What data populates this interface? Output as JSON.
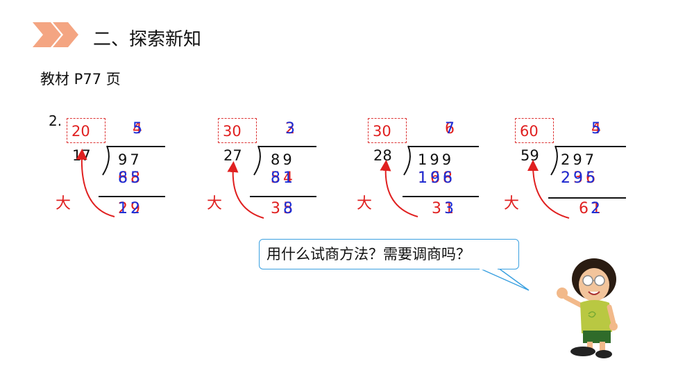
{
  "title": "二、探索新知",
  "subtitle": "教材 P77 页",
  "problem_number": "2.",
  "label_da": "大",
  "bubble_text": "用什么试商方法？需要调商吗？",
  "colors": {
    "accent": "#f4a582",
    "red": "#e02020",
    "blue": "#1a2ed8",
    "bubble_border": "#3aa0e0"
  },
  "problems": [
    {
      "estimate": "20",
      "quotient_old": "4",
      "quotient_new": "5",
      "divisor": "17",
      "dividend": "97",
      "product_old": [
        "6",
        "8"
      ],
      "product_new": [
        "8",
        "5"
      ],
      "remainder_old": "29",
      "remainder_new": "12"
    },
    {
      "estimate": "30",
      "quotient_old": "2",
      "quotient_new": "3",
      "divisor": "27",
      "dividend": "89",
      "product_old": [
        "5",
        "4"
      ],
      "product_new": [
        "8",
        "1"
      ],
      "remainder_old": "35",
      "remainder_new": "8"
    },
    {
      "estimate": "30",
      "quotient_old": "6",
      "quotient_new": "7",
      "divisor": "28",
      "dividend": "199",
      "product_old": [
        "1",
        "6",
        "8"
      ],
      "product_new": [
        "1",
        "9",
        "6"
      ],
      "remainder_old": "31",
      "remainder_new": "3"
    },
    {
      "estimate": "60",
      "quotient_old": "4",
      "quotient_new": "5",
      "divisor": "59",
      "dividend": "297",
      "product_old": [
        "2",
        "3",
        "6"
      ],
      "product_new": [
        "2",
        "9",
        "5"
      ],
      "remainder_old": "61",
      "remainder_new": "2"
    }
  ]
}
